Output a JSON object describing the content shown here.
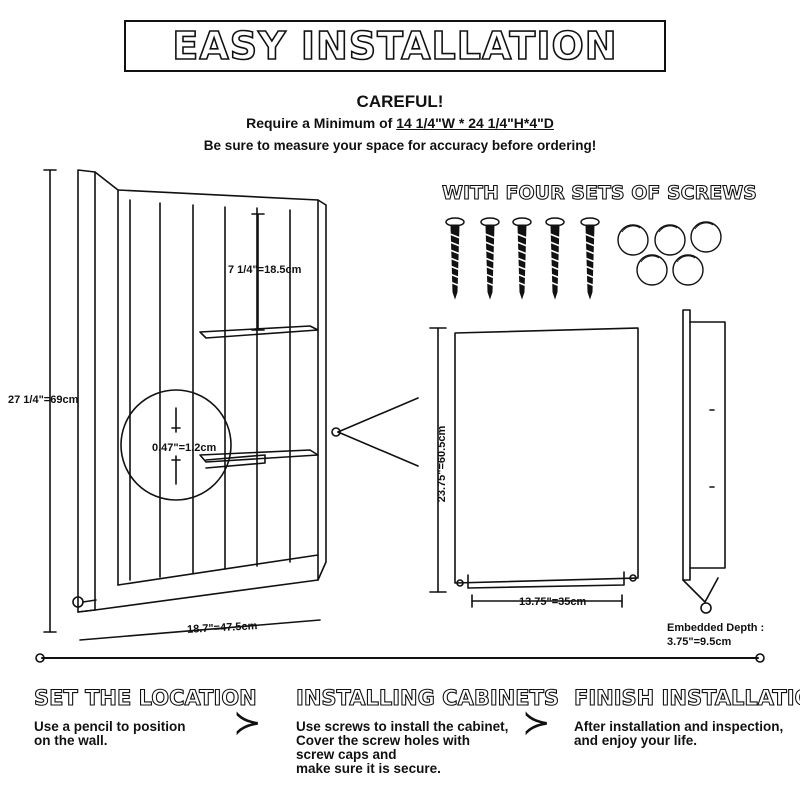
{
  "title": "EASY INSTALLATION",
  "careful": {
    "title": "CAREFUL!",
    "requirement_prefix": "Require a Minimum of ",
    "requirement_dims": "14 1/4\"W * 24 1/4\"H*4\"D",
    "note": "Be sure to measure your space for accuracy before ordering!"
  },
  "screws_title": "WITH FOUR SETS OF SCREWS",
  "dimensions": {
    "height_total": "27  1/4\"=69cm",
    "shelf_gap": "7  1/4\"=18.5cm",
    "shelf_thickness": "0.47\"=1.2cm",
    "width_total": "18.7\"=47.5cm",
    "inner_height": "23.75\"=60.5cm",
    "inner_width": "13.75\"=35cm",
    "embedded_depth_label": "Embedded Depth :",
    "embedded_depth_value": "3.75\"=9.5cm"
  },
  "steps": [
    {
      "title": "SET THE LOCATION",
      "lines": [
        "Use a pencil to position",
        "on the wall."
      ]
    },
    {
      "title": "INSTALLING CABINETS",
      "lines": [
        "Use screws to install the cabinet,",
        "Cover the screw holes with",
        "screw caps and",
        "make sure it is secure."
      ]
    },
    {
      "title": "FINISH INSTALLATION",
      "lines": [
        "After installation and inspection,",
        "and enjoy your life."
      ]
    }
  ],
  "step_arrow": "≻"
}
